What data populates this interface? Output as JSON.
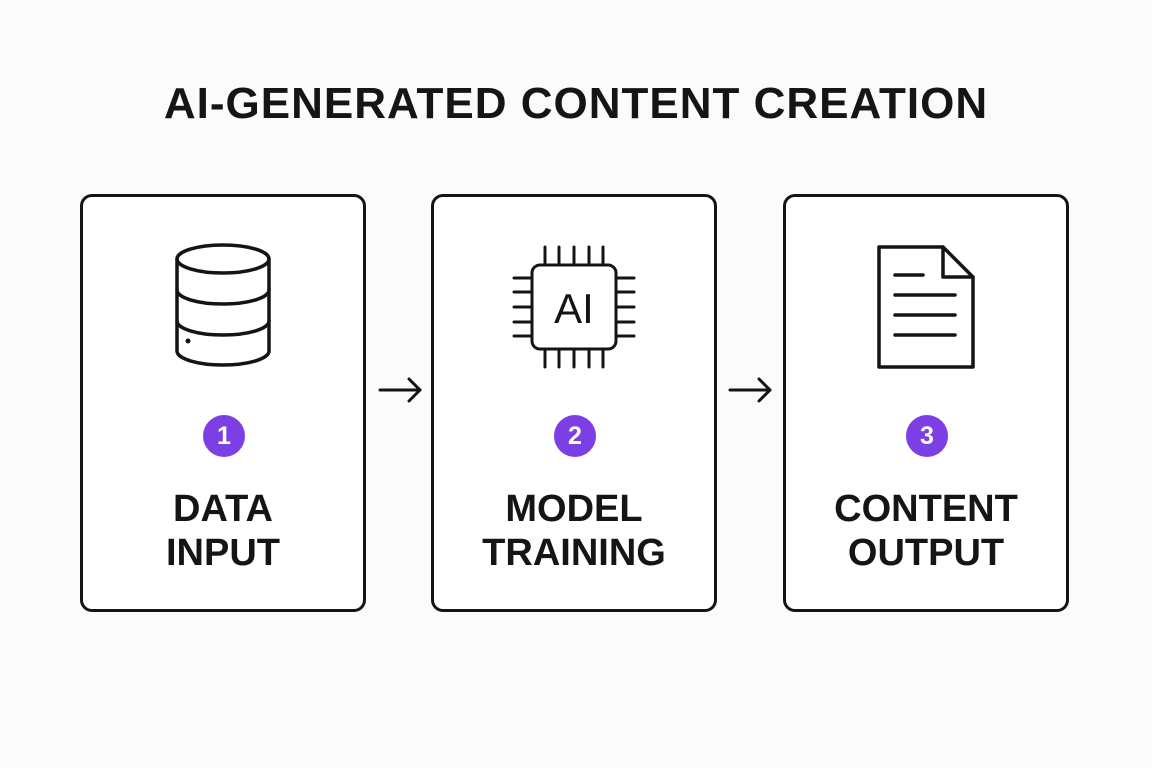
{
  "title": "AI-GENERATED CONTENT CREATION",
  "steps": [
    {
      "number": "1",
      "line1": "DATA",
      "line2": "INPUT",
      "icon": "database-icon"
    },
    {
      "number": "2",
      "line1": "MODEL",
      "line2": "TRAINING",
      "icon": "ai-chip-icon",
      "icon_text": "AI"
    },
    {
      "number": "3",
      "line1": "CONTENT",
      "line2": "OUTPUT",
      "icon": "document-icon"
    }
  ],
  "colors": {
    "accent": "#7b3fe4",
    "stroke": "#141414",
    "background": "#fbfbfb"
  }
}
